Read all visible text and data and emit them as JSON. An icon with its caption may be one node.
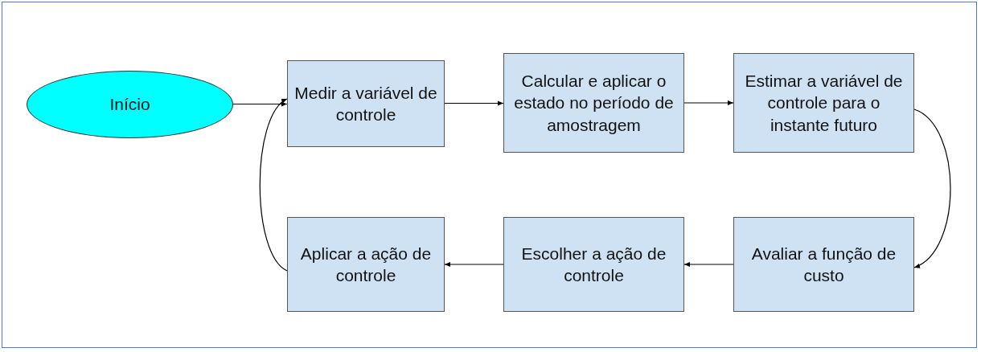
{
  "diagram": {
    "nodes": [
      {
        "text": [
          "Início"
        ]
      },
      {
        "text": [
          "Medir a variável de controle"
        ]
      },
      {
        "text": [
          "Calcular e aplicar o estado no período de amostragem"
        ]
      },
      {
        "text": [
          "Estimar a variável de controle para o instante futuro"
        ]
      },
      {
        "text": [
          "Avaliar a função de custo"
        ]
      },
      {
        "text": [
          "Escolher a ação de controle"
        ]
      },
      {
        "text": [
          "Aplicar a ação de controle"
        ]
      }
    ],
    "edges": [
      {
        "from": 0,
        "to": 1,
        "arrow": "to"
      },
      {
        "from": 1,
        "to": 2,
        "arrow": "to"
      },
      {
        "from": 2,
        "to": 3,
        "arrow": "to"
      },
      {
        "from": 3,
        "to": 4,
        "arrow": "to"
      },
      {
        "from": 4,
        "to": 5,
        "arrow": "to"
      },
      {
        "from": 5,
        "to": 6,
        "arrow": "to"
      },
      {
        "from": 6,
        "to": 1,
        "arrow": "to"
      }
    ]
  }
}
